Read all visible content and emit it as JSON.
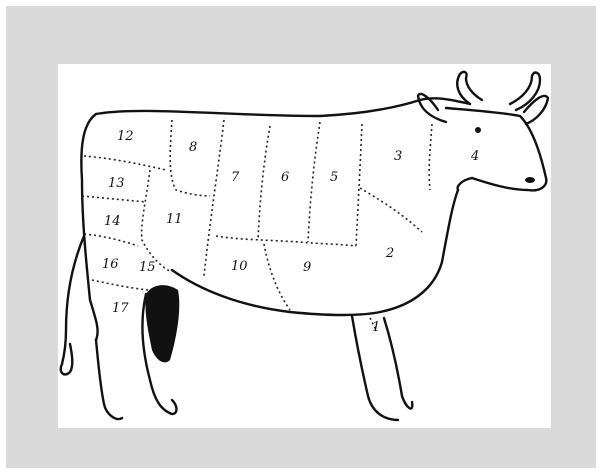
{
  "colors": {
    "frame": "#d9d9d9",
    "sheet": "#ffffff",
    "ink": "#111111"
  },
  "cuts": [
    {
      "id": "c1",
      "label": "1"
    },
    {
      "id": "c2",
      "label": "2"
    },
    {
      "id": "c3",
      "label": "3"
    },
    {
      "id": "c4",
      "label": "4"
    },
    {
      "id": "c5",
      "label": "5"
    },
    {
      "id": "c6",
      "label": "6"
    },
    {
      "id": "c7",
      "label": "7"
    },
    {
      "id": "c8",
      "label": "8"
    },
    {
      "id": "c9",
      "label": "9"
    },
    {
      "id": "c10",
      "label": "10"
    },
    {
      "id": "c11",
      "label": "11"
    },
    {
      "id": "c12",
      "label": "12"
    },
    {
      "id": "c13",
      "label": "13"
    },
    {
      "id": "c14",
      "label": "14"
    },
    {
      "id": "c15",
      "label": "15"
    },
    {
      "id": "c16",
      "label": "16"
    },
    {
      "id": "c17",
      "label": "17"
    }
  ]
}
